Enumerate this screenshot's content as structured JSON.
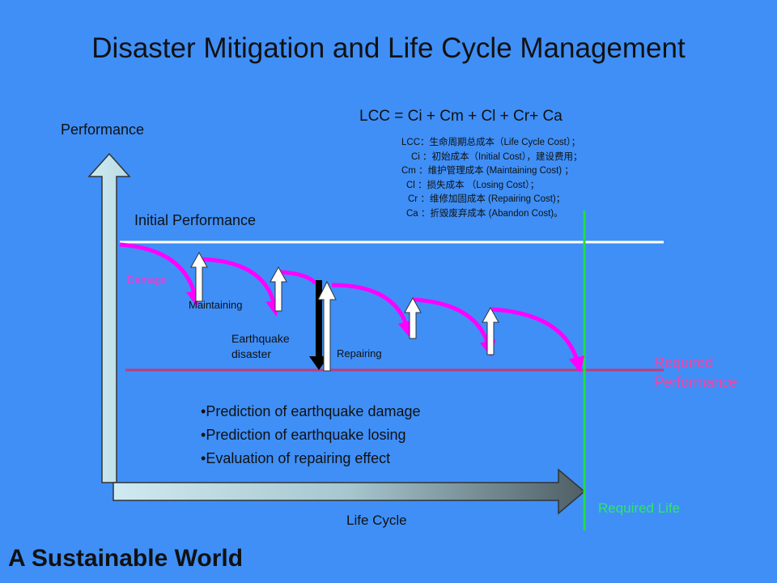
{
  "title": "Disaster Mitigation and Life Cycle Management",
  "formula": "LCC = Ci + Cm + Cl + Cr+ Ca",
  "definitions": [
    "LCC：生命周期总成本（Life Cycle Cost）；",
    "Ci ：初始成本（Initial Cost），建设费用；",
    "Cm ：维护管理成本 (Maintaining Cost) ；",
    "Cl ：损失成本 （Losing Cost）；",
    "Cr ：维修加固成本 (Repairing Cost)；",
    "Ca ：折毁废弃成本 (Abandon Cost)。"
  ],
  "diagram": {
    "y_axis_label": "Performance",
    "x_axis_label": "Life Cycle",
    "initial_performance_label": "Initial Performance",
    "required_performance_label": "Required Performance",
    "required_life_label": "Required Life",
    "damage_label": "Damage",
    "maintaining_label": "Maintaining",
    "earthquake_label": "Earthquake disaster",
    "repairing_label": "Repairing"
  },
  "bullets": [
    "Prediction of earthquake damage",
    "Prediction of earthquake losing",
    "Evaluation of repairing effect"
  ],
  "footer": "A Sustainable World",
  "colors": {
    "background": "#3f8ff7",
    "decay_curve": "#ff00ff",
    "required_performance": "#ff3fa0",
    "required_life_line": "#22dd44",
    "initial_performance_line": "#ffffff",
    "axis_fill": "#c6e6ef"
  }
}
